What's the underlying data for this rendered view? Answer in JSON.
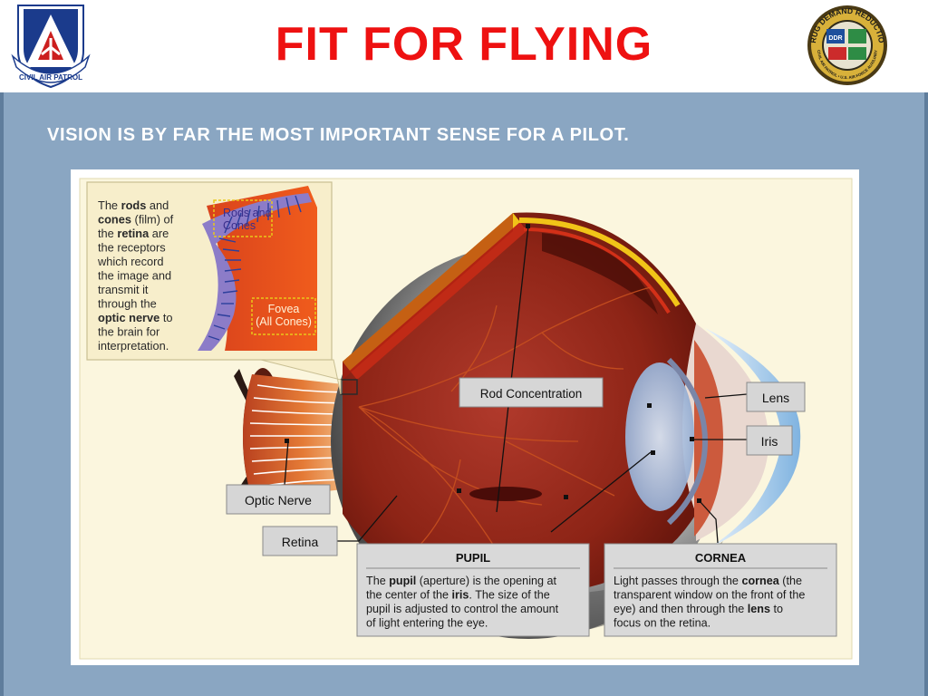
{
  "header": {
    "title": "FIT FOR FLYING",
    "left_logo_text": "CIVIL AIR PATROL",
    "right_logo_top": "DRUG DEMAND REDUCTION",
    "right_logo_bottom": "CIVIL AIR PATROL • U.S. AIR FORCE AUXILIARY",
    "right_logo_badge": "DDR"
  },
  "subtitle": "VISION IS BY FAR THE MOST IMPORTANT SENSE FOR A PILOT.",
  "diagram": {
    "inset_text": {
      "lines": [
        [
          {
            "t": "The "
          },
          {
            "t": "rods",
            "b": true
          },
          {
            "t": " and"
          }
        ],
        [
          {
            "t": "cones",
            "b": true
          },
          {
            "t": " (film) of"
          }
        ],
        [
          {
            "t": "the "
          },
          {
            "t": "retina",
            "b": true
          },
          {
            "t": " are"
          }
        ],
        [
          {
            "t": "the receptors"
          }
        ],
        [
          {
            "t": "which record"
          }
        ],
        [
          {
            "t": "the image and"
          }
        ],
        [
          {
            "t": "transmit it"
          }
        ],
        [
          {
            "t": "through the"
          }
        ],
        [
          {
            "t": "optic nerve",
            "b": true
          },
          {
            "t": " to"
          }
        ],
        [
          {
            "t": "the brain for"
          }
        ],
        [
          {
            "t": "interpretation."
          }
        ]
      ]
    },
    "inset_labels": {
      "rods_cones_line1": "Rods and",
      "rods_cones_line2": "Cones",
      "fovea_line1": "Fovea",
      "fovea_line2": "(All Cones)"
    },
    "labels": {
      "rod_concentration": "Rod Concentration",
      "lens": "Lens",
      "iris": "Iris",
      "optic_nerve": "Optic Nerve",
      "retina": "Retina"
    },
    "pupil_box": {
      "title": "PUPIL",
      "lines": [
        [
          {
            "t": "The "
          },
          {
            "t": "pupil",
            "b": true
          },
          {
            "t": " (aperture) is the opening at"
          }
        ],
        [
          {
            "t": "the center of the "
          },
          {
            "t": "iris",
            "b": true
          },
          {
            "t": ". The size of the"
          }
        ],
        [
          {
            "t": "pupil is adjusted to control the amount"
          }
        ],
        [
          {
            "t": "of light entering the eye."
          }
        ]
      ]
    },
    "cornea_box": {
      "title": "CORNEA",
      "lines": [
        [
          {
            "t": "Light passes through the "
          },
          {
            "t": "cornea",
            "b": true
          },
          {
            "t": " (the"
          }
        ],
        [
          {
            "t": "transparent window on the front of the"
          }
        ],
        [
          {
            "t": "eye) and then through the "
          },
          {
            "t": "lens",
            "b": true
          },
          {
            "t": " to"
          }
        ],
        [
          {
            "t": "focus on the retina."
          }
        ]
      ]
    }
  },
  "colors": {
    "title_red": "#ee1111",
    "panel_blue": "#8aa6c2",
    "figure_bg": "#fbf6de",
    "label_box": "#d6d6d6"
  }
}
